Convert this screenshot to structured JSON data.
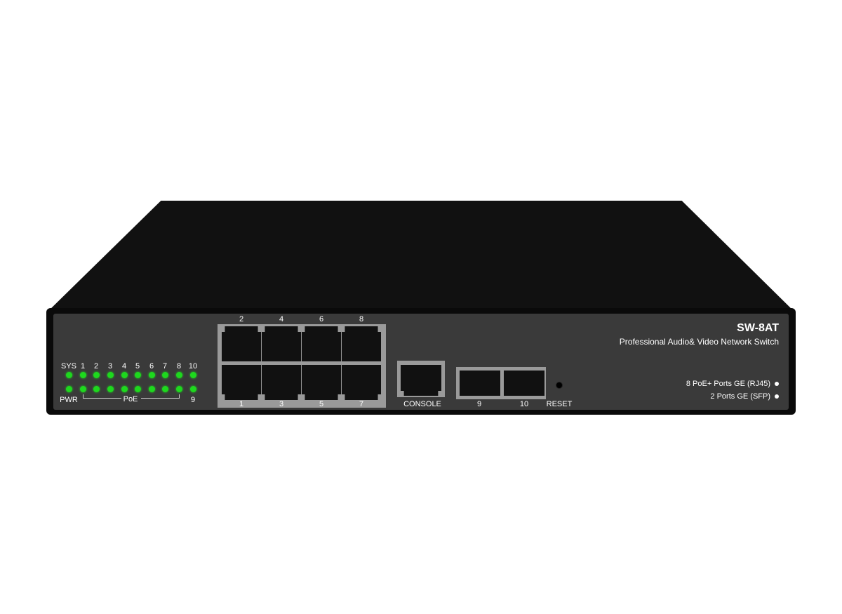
{
  "device": {
    "model": "SW-8AT",
    "description": "Professional Audio& Video Network Switch",
    "specs": [
      "8 PoE+ Ports GE (RJ45)",
      "2 Ports  GE (SFP)"
    ]
  },
  "leds": {
    "top_labels": [
      "SYS",
      "1",
      "2",
      "3",
      "4",
      "5",
      "6",
      "7",
      "8",
      "10"
    ],
    "pwr_label": "PWR",
    "poe_label": "PoE",
    "port9_label": "9",
    "color": "#1ed81e"
  },
  "rj45": {
    "top_labels": [
      "2",
      "4",
      "6",
      "8"
    ],
    "bottom_labels": [
      "1",
      "3",
      "5",
      "7"
    ]
  },
  "console": {
    "label": "CONSOLE"
  },
  "sfp": {
    "labels": [
      "9",
      "10"
    ]
  },
  "reset": {
    "label": "RESET"
  },
  "colors": {
    "body": "#111111",
    "faceplate": "#3a3a3a",
    "port_frame": "#9a9a9a",
    "led": "#1ed81e"
  }
}
